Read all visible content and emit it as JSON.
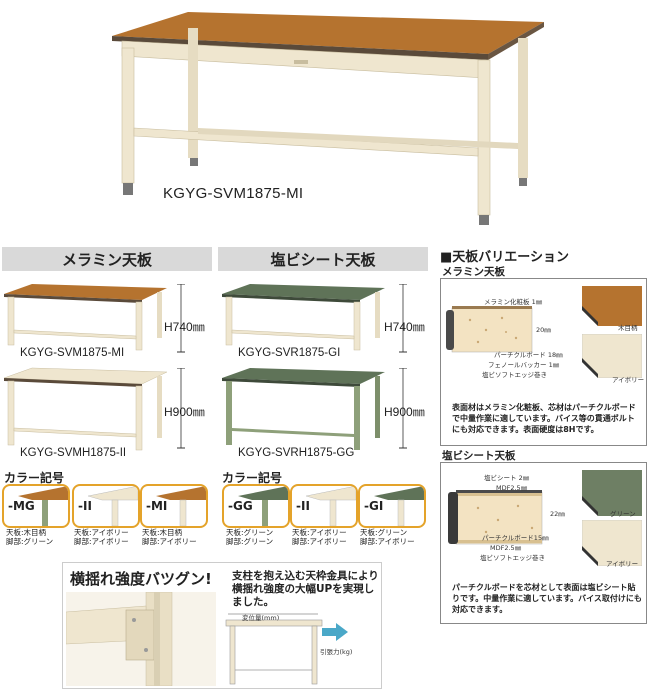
{
  "hero": {
    "caption": "KGYG-SVM1875-MI"
  },
  "left_section": {
    "title": "メラミン天板",
    "products": [
      {
        "model": "KGYG-SVM1875-MI",
        "height": "H740㎜"
      },
      {
        "model": "KGYG-SVMH1875-II",
        "height": "H900㎜"
      }
    ],
    "color_title": "カラー記号",
    "swatches": [
      {
        "code": "-MG",
        "note": "天板:木目柄\n脚部:グリーン"
      },
      {
        "code": "-II",
        "note": "天板:アイボリー\n脚部:アイボリー"
      },
      {
        "code": "-MI",
        "note": "天板:木目柄\n脚部:アイボリー"
      }
    ]
  },
  "middle_section": {
    "title": "塩ビシート天板",
    "products": [
      {
        "model": "KGYG-SVR1875-GI",
        "height": "H740㎜"
      },
      {
        "model": "KGYG-SVRH1875-GG",
        "height": "H900㎜"
      }
    ],
    "color_title": "カラー記号",
    "swatches": [
      {
        "code": "-GG",
        "note": "天板:グリーン\n脚部:グリーン"
      },
      {
        "code": "-II",
        "note": "天板:アイボリー\n脚部:アイボリー"
      },
      {
        "code": "-GI",
        "note": "天板:グリーン\n脚部:アイボリー"
      }
    ]
  },
  "variation": {
    "title": "■天板バリエーション",
    "melamine": {
      "subtitle": "メラミン天板",
      "labels": [
        "メラミン化粧板 1㎜",
        "20㎜",
        "パーチクルボード 18㎜",
        "フェノールバッカー 1㎜",
        "塩ビソフトエッジ巻き"
      ],
      "chip_labels": [
        "木目柄",
        "アイボリー"
      ],
      "description": "表面材はメラミン化粧板、芯材はパーチクルボードで中量作業に適しています。バイス等の貫通ボルトにも対応できます。表面硬度は8Hです。"
    },
    "pvc": {
      "subtitle": "塩ビシート天板",
      "labels": [
        "塩ビシート 2㎜",
        "MDF2.5㎜",
        "22㎜",
        "パーチクルボード15㎜",
        "MDF2.5㎜",
        "塩ビソフトエッジ巻き"
      ],
      "chip_labels": [
        "グリーン",
        "アイボリー"
      ],
      "description": "パーチクルボードを芯材として表面は塩ビシート貼りです。中量作業に適しています。バイス取付けにも対応できます。"
    }
  },
  "strength": {
    "title": "横揺れ強度バツグン!",
    "text": "支柱を抱え込む天枠金具により横揺れ強度の大幅UPを実現しました。",
    "diagram_label_top": "変位量(mm)",
    "diagram_label_right": "引張力(kg)"
  },
  "colors": {
    "wood": "#b5732f",
    "ivory": "#efe6cf",
    "green": "#8ea07a",
    "greentop": "#5f7358",
    "accent": "#e4a32a"
  }
}
